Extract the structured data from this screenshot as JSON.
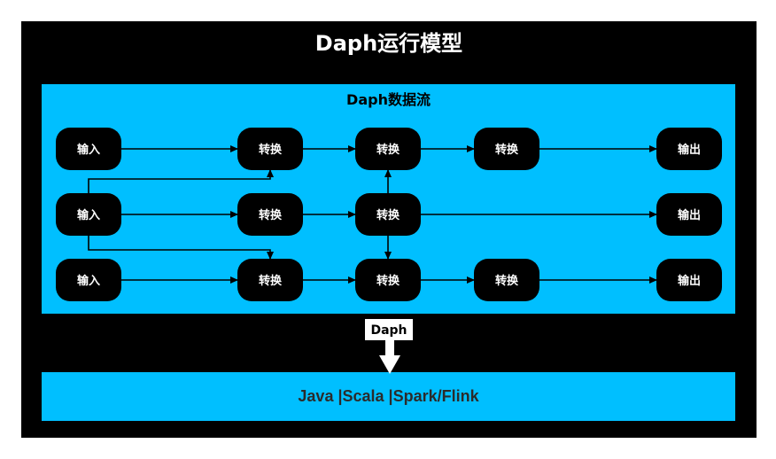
{
  "title": "Daph运行模型",
  "flow": {
    "title": "Daph数据流",
    "nodes": [
      {
        "id": "in1",
        "label": "输入"
      },
      {
        "id": "t1a",
        "label": "转换"
      },
      {
        "id": "t1b",
        "label": "转换"
      },
      {
        "id": "t1c",
        "label": "转换"
      },
      {
        "id": "out1",
        "label": "输出"
      },
      {
        "id": "in2",
        "label": "输入"
      },
      {
        "id": "t2a",
        "label": "转换"
      },
      {
        "id": "t2b",
        "label": "转换"
      },
      {
        "id": "out2",
        "label": "输出"
      },
      {
        "id": "in3",
        "label": "输入"
      },
      {
        "id": "t3a",
        "label": "转换"
      },
      {
        "id": "t3b",
        "label": "转换"
      },
      {
        "id": "t3c",
        "label": "转换"
      },
      {
        "id": "out3",
        "label": "输出"
      }
    ],
    "edges": [
      {
        "from": "in1",
        "to": "t1a"
      },
      {
        "from": "t1a",
        "to": "t1b"
      },
      {
        "from": "t1b",
        "to": "t1c"
      },
      {
        "from": "t1c",
        "to": "out1"
      },
      {
        "from": "in2",
        "to": "t2a"
      },
      {
        "from": "t2a",
        "to": "t2b"
      },
      {
        "from": "t2b",
        "to": "out2"
      },
      {
        "from": "in2",
        "to": "t1a"
      },
      {
        "from": "in2",
        "to": "t3a"
      },
      {
        "from": "t2b",
        "to": "t1b"
      },
      {
        "from": "t2b",
        "to": "t3b"
      },
      {
        "from": "in3",
        "to": "t3a"
      },
      {
        "from": "t3a",
        "to": "t3b"
      },
      {
        "from": "t3b",
        "to": "t3c"
      },
      {
        "from": "t3c",
        "to": "out3"
      }
    ]
  },
  "connector_label": "Daph",
  "platform_label": "Java |Scala |Spark/Flink",
  "colors": {
    "background": "#000000",
    "panel": "#00bfff",
    "node": "#000000",
    "node_text": "#ffffff"
  }
}
